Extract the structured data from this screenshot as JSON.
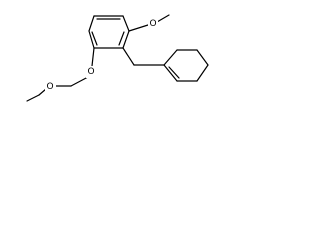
{
  "molecule": {
    "atom_labels": {
      "top_methoxy_oxygen": "O",
      "aryl_ether_oxygen": "O",
      "methylene_ether_oxygen": "O"
    },
    "colors": {
      "bond": "#000000",
      "label": "#000000",
      "background": "#ffffff"
    }
  }
}
